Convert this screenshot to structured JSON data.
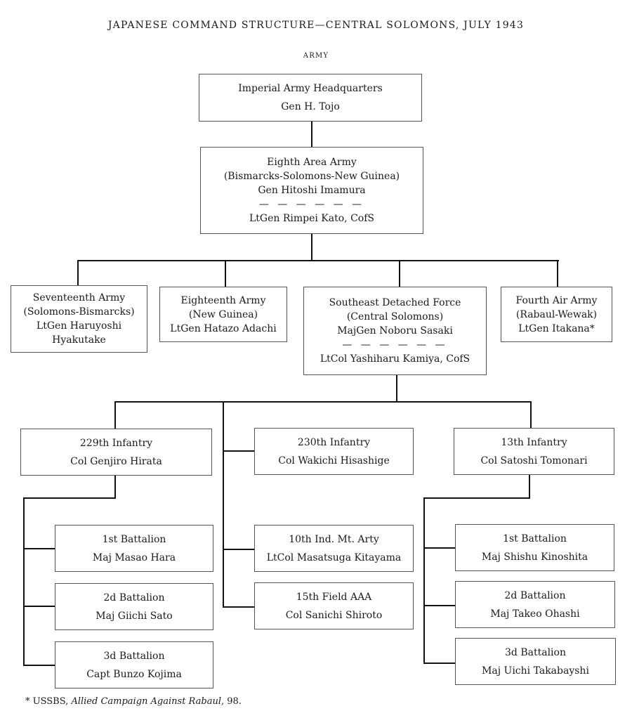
{
  "title": "JAPANESE COMMAND STRUCTURE—CENTRAL SOLOMONS, JULY 1943",
  "subtitle": "ARMY",
  "imperial_hq": {
    "name": "Imperial Army Headquarters",
    "commander": "Gen H. Tojo"
  },
  "eighth_area_army": {
    "name": "Eighth Area Army",
    "region": "(Bismarcks-Solomons-New Guinea)",
    "commander": "Gen Hitoshi Imamura",
    "separator": "— — — — — —",
    "chief_of_staff": "LtGen Rimpei Kato, CofS"
  },
  "seventeenth_army": {
    "name": "Seventeenth Army",
    "region": "(Solomons-Bismarcks)",
    "commander_1": "LtGen Haruyoshi",
    "commander_2": "Hyakutake"
  },
  "eighteenth_army": {
    "name": "Eighteenth Army",
    "region": "(New Guinea)",
    "commander": "LtGen Hatazo Adachi"
  },
  "southeast_detached_force": {
    "name": "Southeast Detached Force",
    "region": "(Central Solomons)",
    "commander": "MajGen Noboru Sasaki",
    "separator": "— — — — — —",
    "chief_of_staff": "LtCol Yashiharu Kamiya, CofS"
  },
  "fourth_air_army": {
    "name": "Fourth Air Army",
    "region": "(Rabaul-Wewak)",
    "commander": "LtGen Itakana*"
  },
  "inf_229": {
    "name": "229th Infantry",
    "commander": "Col Genjiro Hirata"
  },
  "inf_230": {
    "name": "230th Infantry",
    "commander": "Col Wakichi Hisashige"
  },
  "inf_13": {
    "name": "13th Infantry",
    "commander": "Col Satoshi Tomonari"
  },
  "inf_229_battalions": [
    {
      "name": "1st Battalion",
      "commander": "Maj Masao Hara"
    },
    {
      "name": "2d Battalion",
      "commander": "Maj Giichi Sato"
    },
    {
      "name": "3d Battalion",
      "commander": "Capt Bunzo Kojima"
    }
  ],
  "arty_10": {
    "name": "10th Ind. Mt. Arty",
    "commander": "LtCol Masatsuga Kitayama"
  },
  "aaa_15": {
    "name": "15th Field AAA",
    "commander": "Col Sanichi Shiroto"
  },
  "inf_13_battalions": [
    {
      "name": "1st  Battalion",
      "commander": "Maj Shishu Kinoshita"
    },
    {
      "name": "2d Battalion",
      "commander": "Maj Takeo Ohashi"
    },
    {
      "name": "3d Battalion",
      "commander": "Maj Uichi Takabayshi"
    }
  ],
  "footnote": {
    "prefix": "* USSBS, ",
    "source": "Allied Campaign Against Rabaul",
    "suffix": ", 98."
  }
}
